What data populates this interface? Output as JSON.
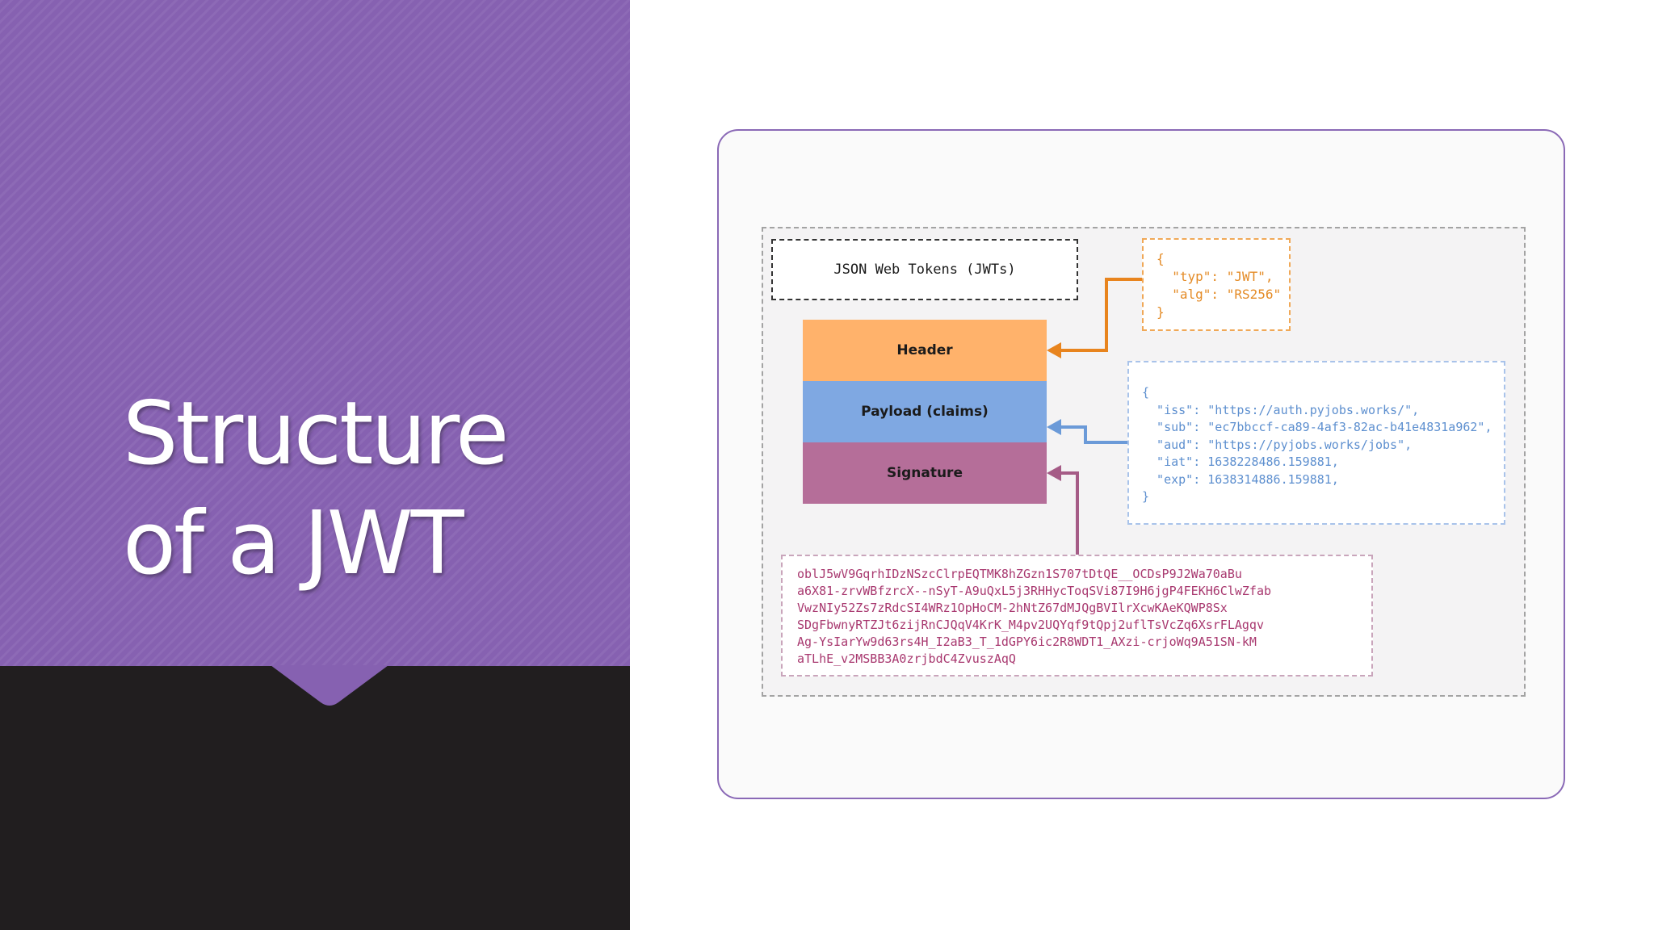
{
  "slide": {
    "title_line1": "Structure",
    "title_line2": "of a JWT"
  },
  "diagram": {
    "title": "JSON Web Tokens (JWTs)",
    "blocks": {
      "header": "Header",
      "payload": "Payload (claims)",
      "signature": "Signature"
    },
    "header_json": "{\n  \"typ\": \"JWT\",\n  \"alg\": \"RS256\"\n}",
    "payload_json": "{\n  \"iss\": \"https://auth.pyjobs.works/\",\n  \"sub\": \"ec7bbccf-ca89-4af3-82ac-b41e4831a962\",\n  \"aud\": \"https://pyjobs.works/jobs\",\n  \"iat\": 1638228486.159881,\n  \"exp\": 1638314886.159881,\n}",
    "signature_text": "oblJ5wV9GqrhIDzNSzcClrpEQTMK8hZGzn1S707tDtQE__OCDsP9J2Wa70aBu\na6X81-zrvWBfzrcX--nSyT-A9uQxL5j3RHHycToqSVi87I9H6jgP4FEKH6ClwZfab\nVwzNIy52Zs7zRdcSI4WRz1OpHoCM-2hNtZ67dMJQgBVIlrXcwKAeKQWP8Sx\nSDgFbwnyRTZJt6zijRnCJQqV4KrK_M4pv2UQYqf9tQpj2uflTsVcZq6XsrFLAgqv\nAg-YsIarYw9d63rs4H_I2aB3_T_1dGPY6ic2R8WDT1_AXzi-crjoWq9A51SN-kM\naTLhE_v2MSBB3A0zrjbdC4ZvuszAqQ"
  },
  "colors": {
    "purple": "#8661b1",
    "dark": "#211e1f",
    "header": "#ffb26b",
    "payload": "#7fa8e2",
    "signature": "#b56e99",
    "header_arrow": "#e8841e",
    "payload_arrow": "#6b9ad8",
    "signature_arrow": "#a55b86"
  }
}
